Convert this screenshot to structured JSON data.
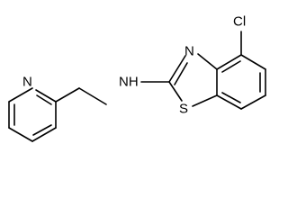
{
  "atoms": {
    "chlorine": "Cl",
    "thiazole_nitrogen": "N",
    "amine": "NH",
    "pyridine_nitrogen": "N",
    "sulfur": "S"
  }
}
